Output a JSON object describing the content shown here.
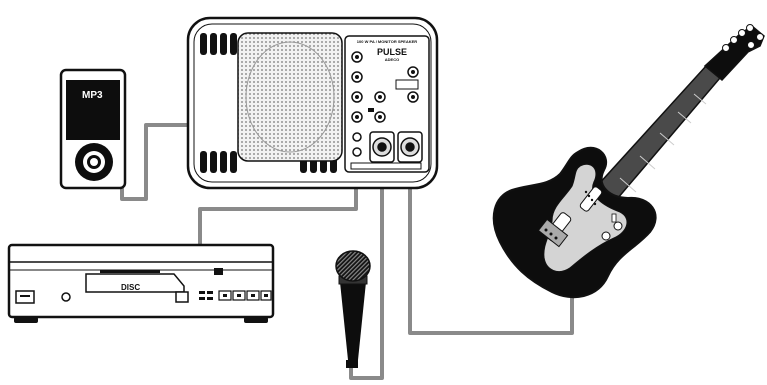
{
  "labels": {
    "mp3": "MP3",
    "disc": "DISC",
    "brand": "PULSE",
    "model": "ADECO",
    "panel_header": "100 W PA / MONITOR SPEAKER"
  },
  "colors": {
    "cable": "#8a8a8a",
    "outline": "#111111",
    "device_black": "#0d0d0d",
    "pickguard": "#cfcfcf",
    "background": "#ffffff"
  },
  "devices": [
    "pa-speaker",
    "mp3-player",
    "disc-player",
    "microphone",
    "electric-guitar"
  ]
}
